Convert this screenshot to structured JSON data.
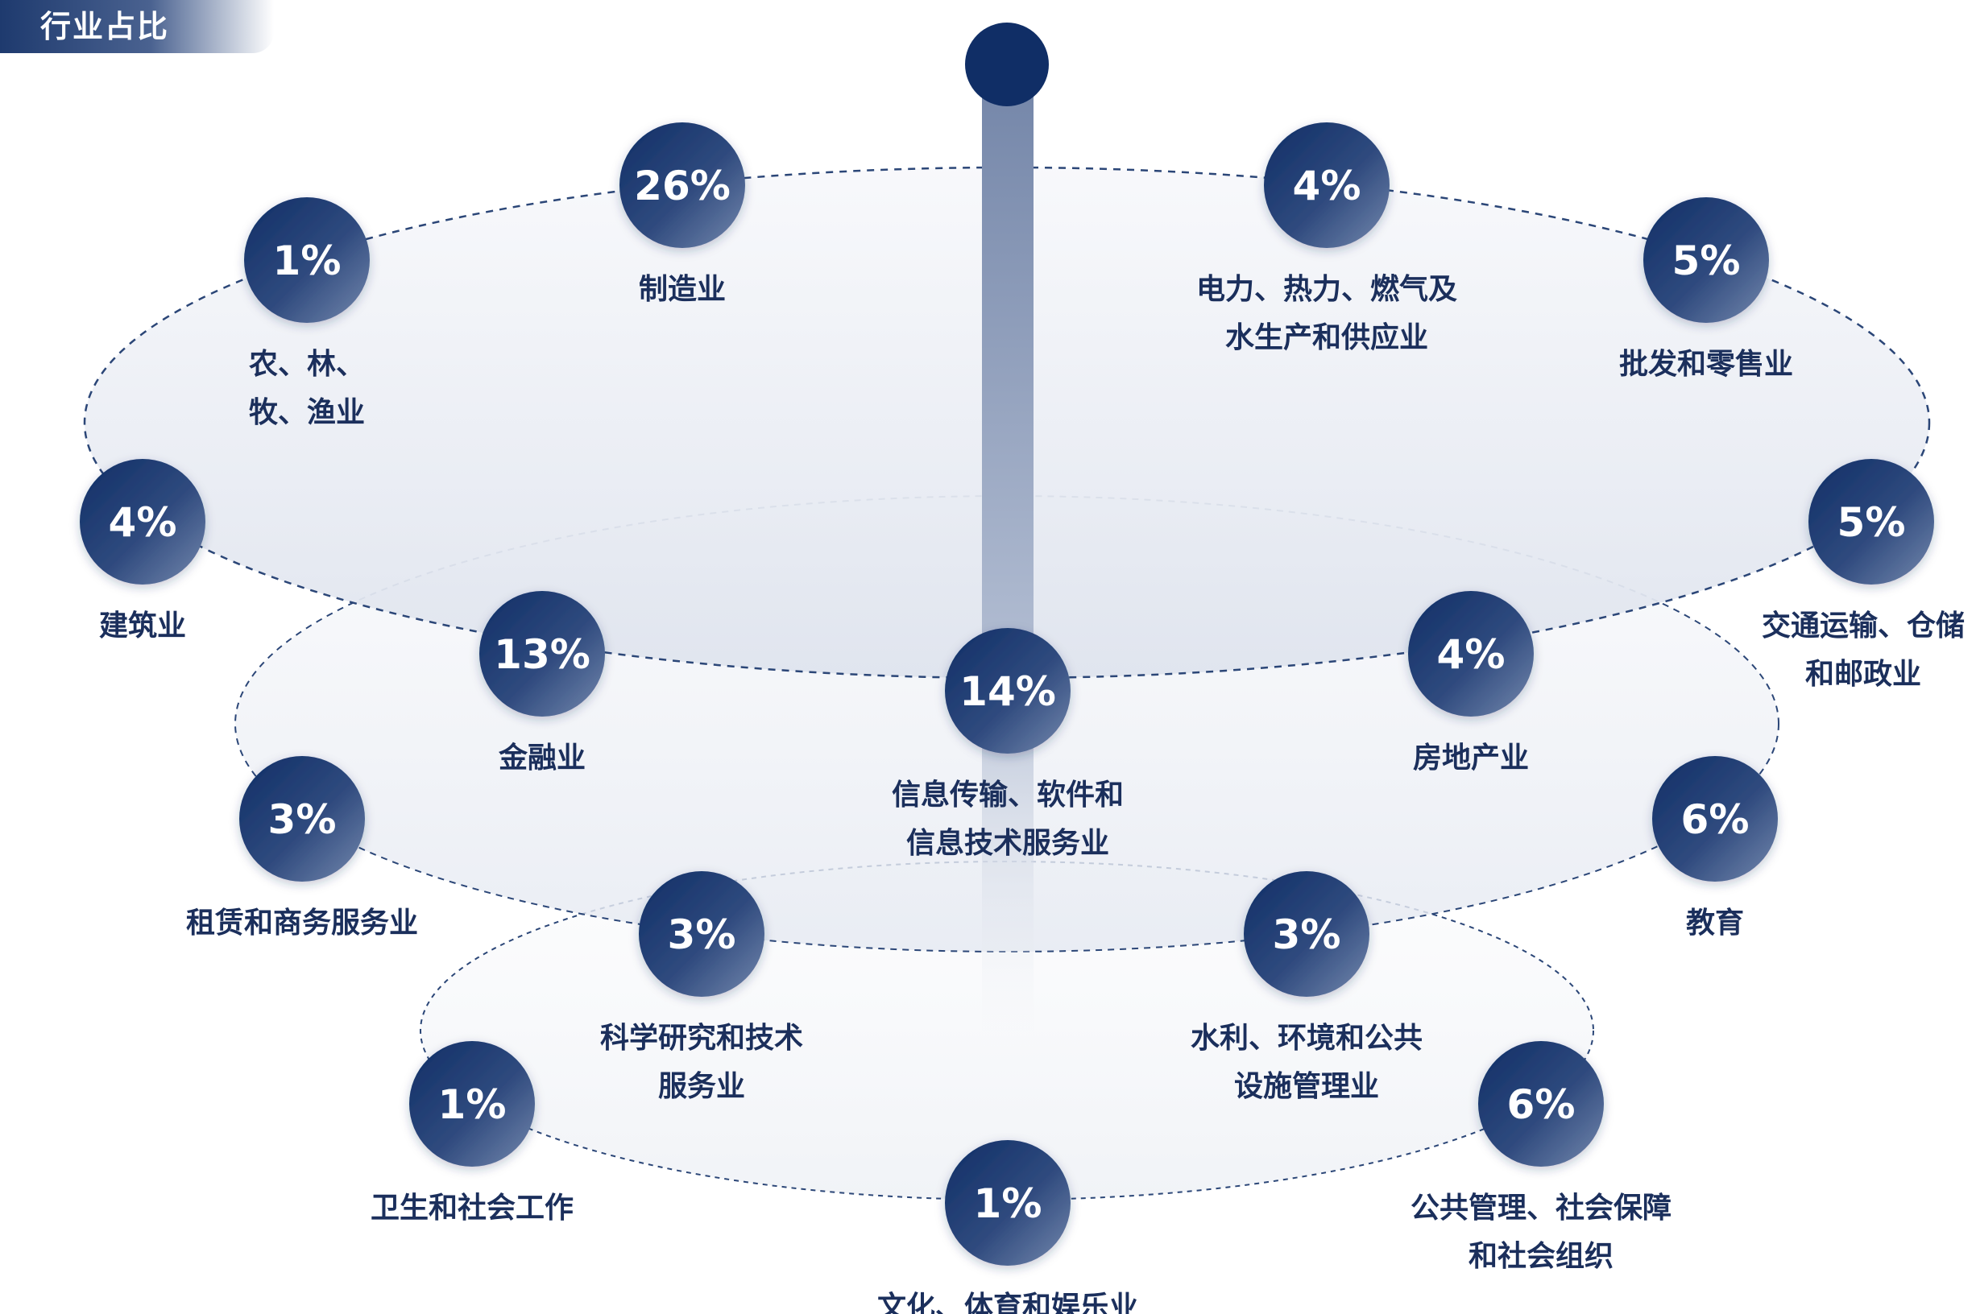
{
  "header": {
    "title": "行业占比"
  },
  "colors": {
    "bubble_dark": "#102e66",
    "bubble_light": "#6e82a8",
    "label": "#1b2f5c",
    "ellipse_stroke": "#2b4677",
    "pole": "#8fa0be"
  },
  "chart_data": {
    "type": "bubble-ring",
    "unit": "%",
    "items": [
      {
        "name": "制造业",
        "lines": [
          "制造业"
        ],
        "value": 26,
        "label": "26%",
        "ring": 1
      },
      {
        "name": "电力、热力、燃气及水生产和供应业",
        "lines": [
          "电力、热力、燃气及",
          "水生产和供应业"
        ],
        "value": 4,
        "label": "4%",
        "ring": 1
      },
      {
        "name": "农、林、牧、渔业",
        "lines": [
          "农、林、",
          "牧、渔业"
        ],
        "value": 1,
        "label": "1%",
        "ring": 1
      },
      {
        "name": "批发和零售业",
        "lines": [
          "批发和零售业"
        ],
        "value": 5,
        "label": "5%",
        "ring": 1
      },
      {
        "name": "建筑业",
        "lines": [
          "建筑业"
        ],
        "value": 4,
        "label": "4%",
        "ring": 1
      },
      {
        "name": "交通运输、仓储和邮政业",
        "lines": [
          "交通运输、仓储",
          "和邮政业"
        ],
        "value": 5,
        "label": "5%",
        "ring": 1
      },
      {
        "name": "金融业",
        "lines": [
          "金融业"
        ],
        "value": 13,
        "label": "13%",
        "ring": 1
      },
      {
        "name": "信息传输、软件和信息技术服务业",
        "lines": [
          "信息传输、软件和",
          "信息技术服务业"
        ],
        "value": 14,
        "label": "14%",
        "ring": 1
      },
      {
        "name": "房地产业",
        "lines": [
          "房地产业"
        ],
        "value": 4,
        "label": "4%",
        "ring": 1
      },
      {
        "name": "租赁和商务服务业",
        "lines": [
          "租赁和商务服务业"
        ],
        "value": 3,
        "label": "3%",
        "ring": 2
      },
      {
        "name": "教育",
        "lines": [
          "教育"
        ],
        "value": 6,
        "label": "6%",
        "ring": 2
      },
      {
        "name": "科学研究和技术服务业",
        "lines": [
          "科学研究和技术",
          "服务业"
        ],
        "value": 3,
        "label": "3%",
        "ring": 2
      },
      {
        "name": "水利、环境和公共设施管理业",
        "lines": [
          "水利、环境和公共",
          "设施管理业"
        ],
        "value": 3,
        "label": "3%",
        "ring": 2
      },
      {
        "name": "卫生和社会工作",
        "lines": [
          "卫生和社会工作"
        ],
        "value": 1,
        "label": "1%",
        "ring": 3
      },
      {
        "name": "公共管理、社会保障和社会组织",
        "lines": [
          "公共管理、社会保障",
          "和社会组织"
        ],
        "value": 6,
        "label": "6%",
        "ring": 3
      },
      {
        "name": "文化、体育和娱乐业",
        "lines": [
          "文化、体育和娱乐业"
        ],
        "value": 1,
        "label": "1%",
        "ring": 3
      }
    ]
  }
}
